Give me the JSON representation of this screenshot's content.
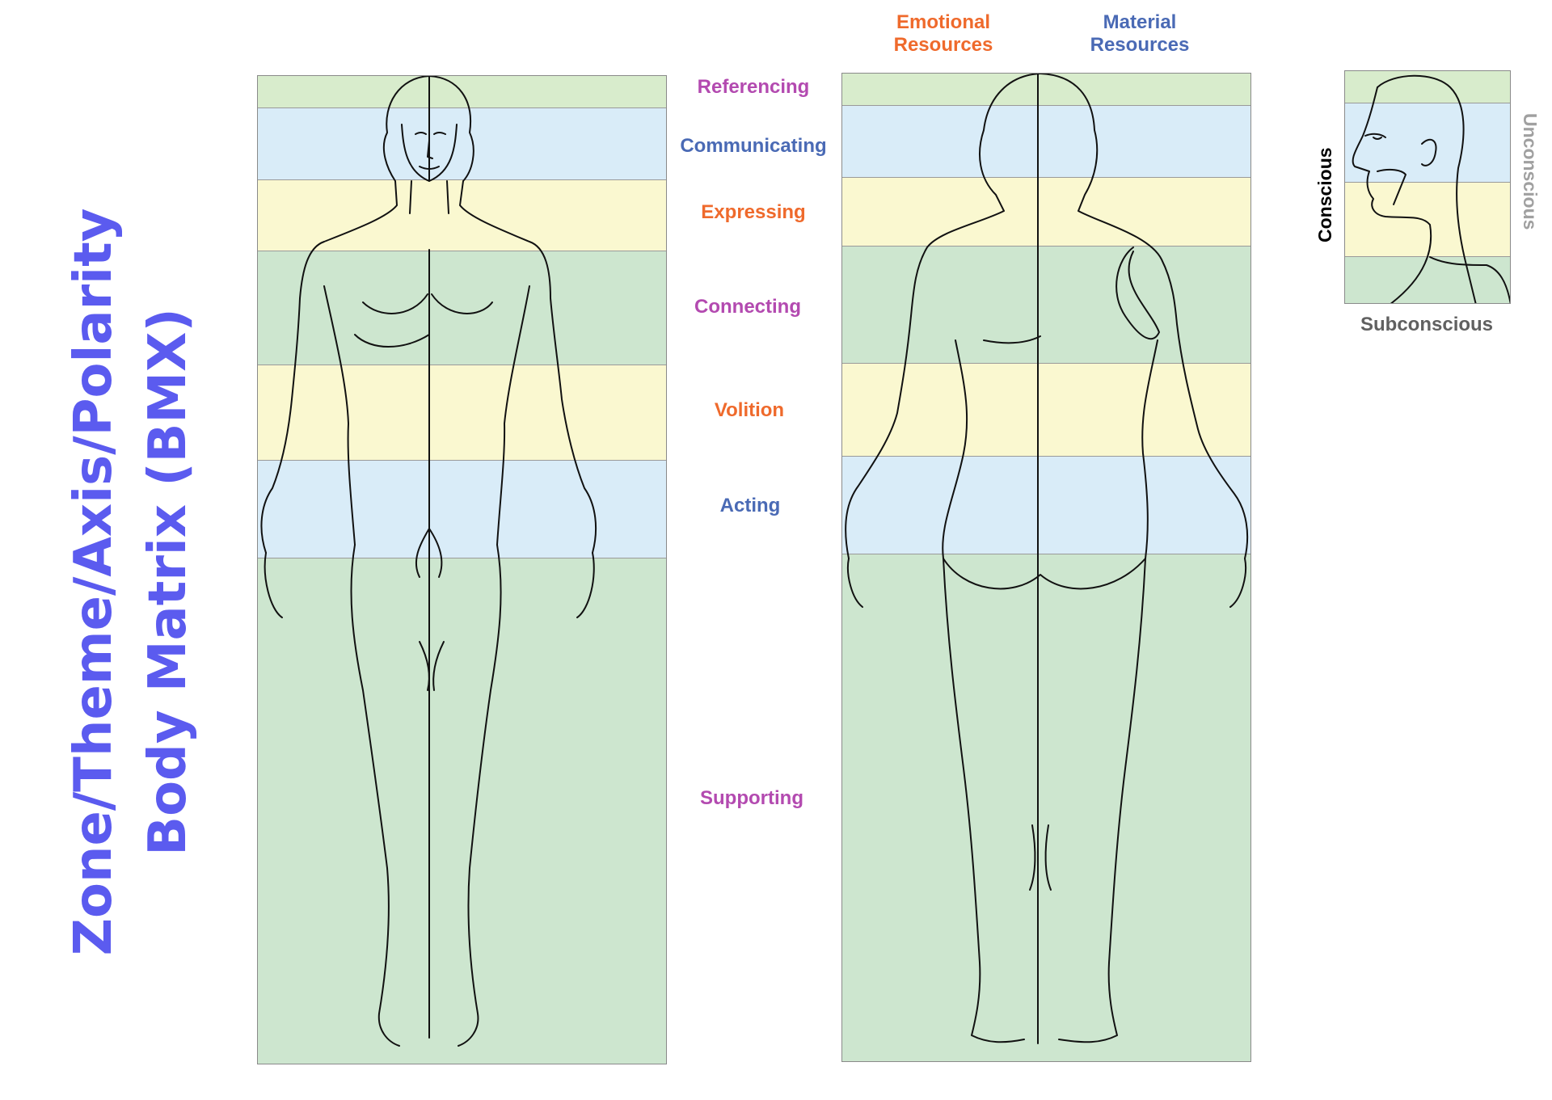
{
  "title": {
    "line1": "Zone/Theme/Axis/Polarity",
    "line2": "Body Matrix (BMX)",
    "color": "#5b5bef"
  },
  "headers": {
    "emotional": {
      "line1": "Emotional",
      "line2": "Resources",
      "color": "#ef6a2c"
    },
    "material": {
      "line1": "Material",
      "line2": "Resources",
      "color": "#4a6ab5"
    }
  },
  "zones": [
    {
      "key": "referencing",
      "label": "Referencing",
      "color": "#b34ab0"
    },
    {
      "key": "communicating",
      "label": "Communicating",
      "color": "#4a6ab5"
    },
    {
      "key": "expressing",
      "label": "Expressing",
      "color": "#ef6a2c"
    },
    {
      "key": "connecting",
      "label": "Connecting",
      "color": "#b34ab0"
    },
    {
      "key": "volition",
      "label": "Volition",
      "color": "#ef6a2c"
    },
    {
      "key": "acting",
      "label": "Acting",
      "color": "#4a6ab5"
    },
    {
      "key": "supporting",
      "label": "Supporting",
      "color": "#b34ab0"
    }
  ],
  "band_colors": {
    "green": "#cde6cf",
    "light_green": "#d8eccc",
    "blue": "#d9ecf8",
    "yellow": "#faf8d0"
  },
  "head_panel": {
    "conscious": {
      "label": "Conscious",
      "color": "#000000"
    },
    "unconscious": {
      "label": "Unconscious",
      "color": "#a0a0a0"
    },
    "subconscious": {
      "label": "Subconscious",
      "color": "#606060"
    }
  }
}
